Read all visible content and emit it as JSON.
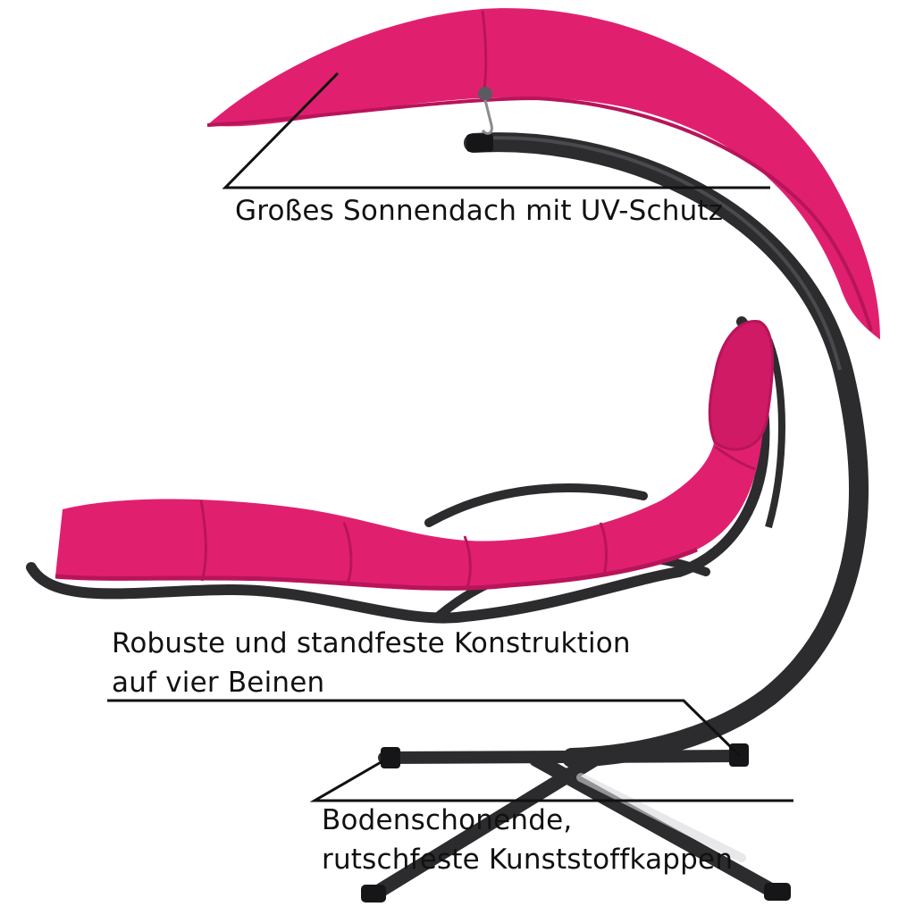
{
  "colors": {
    "fabric": "#e0206f",
    "fabric_shadow": "#b8145a",
    "frame": "#2c2c2e",
    "frame_highlight": "#4a4a4e",
    "caps": "#161618",
    "line": "#111111"
  },
  "callouts": {
    "canopy": {
      "text": "Großes Sonnendach mit UV-Schutz"
    },
    "frame": {
      "line1": "Robuste und standfeste Konstruktion",
      "line2": "auf vier Beinen"
    },
    "caps": {
      "line1": "Bodenschonende,",
      "line2": "rutschfeste Kunststoffkappen"
    }
  }
}
